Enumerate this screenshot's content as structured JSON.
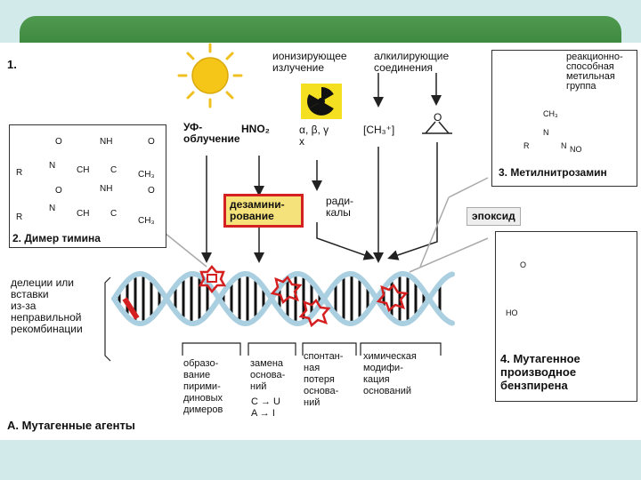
{
  "figure": {
    "panel_number": "1.",
    "caption": "А. Мутагенные агенты"
  },
  "agents": {
    "uv": "УФ-\nоблучение",
    "hno2": "HNO₂",
    "ionizing_title": "ионизирующее\nизлучение",
    "radiation_types": "α, β, γ\nх",
    "alkylating_title": "алкилирующие\nсоединения",
    "ch3": "[CH₃⁺]",
    "epoxide_o": "O",
    "deamination": "дезамини-\nрование",
    "radicals": "ради-\nкалы",
    "epoxide_label": "эпоксид"
  },
  "boxes": {
    "thymine_dimer": "2. Димер тимина",
    "methylnitrosamine": "3. Метилнитрозамин",
    "methyl_group_note": "реакционно-\nспособная\nметильная\nгруппа",
    "benzpyrene": "4. Мутагенное\nпроизводное\nбензпирена"
  },
  "effects": {
    "deletions": "делеции или\nвставки\nиз-за\nнеправильной\nрекомбинации",
    "pyrimidine_dimers": "образо-\nвание\nпирими-\nдиновых\nдимеров",
    "base_replacement": "замена\nоснова-\nний",
    "base_replacement_pairs": "C → U\nA → I",
    "spontaneous_loss": "спонтан-\nная\nпотеря\nоснова-\nний",
    "chemical_modification": "химическая\nмодифи-\nкация\nоснований"
  },
  "chem_labels": {
    "r": "R",
    "o": "O",
    "c": "C",
    "n": "N",
    "nh": "NH",
    "ch": "CH",
    "ch3": "CH₃",
    "no": "NO",
    "ho": "HO"
  },
  "colors": {
    "background": "#d3eaeb",
    "header_bar": "#4a944b",
    "dna_strand": "#a9cfe0",
    "dna_bar": "#111111",
    "damage_red": "#d42020",
    "deamination_fill": "#f6e27a",
    "deamination_border": "#d42020",
    "sun": "#f5c518",
    "radiation_fill": "#f4e020"
  }
}
